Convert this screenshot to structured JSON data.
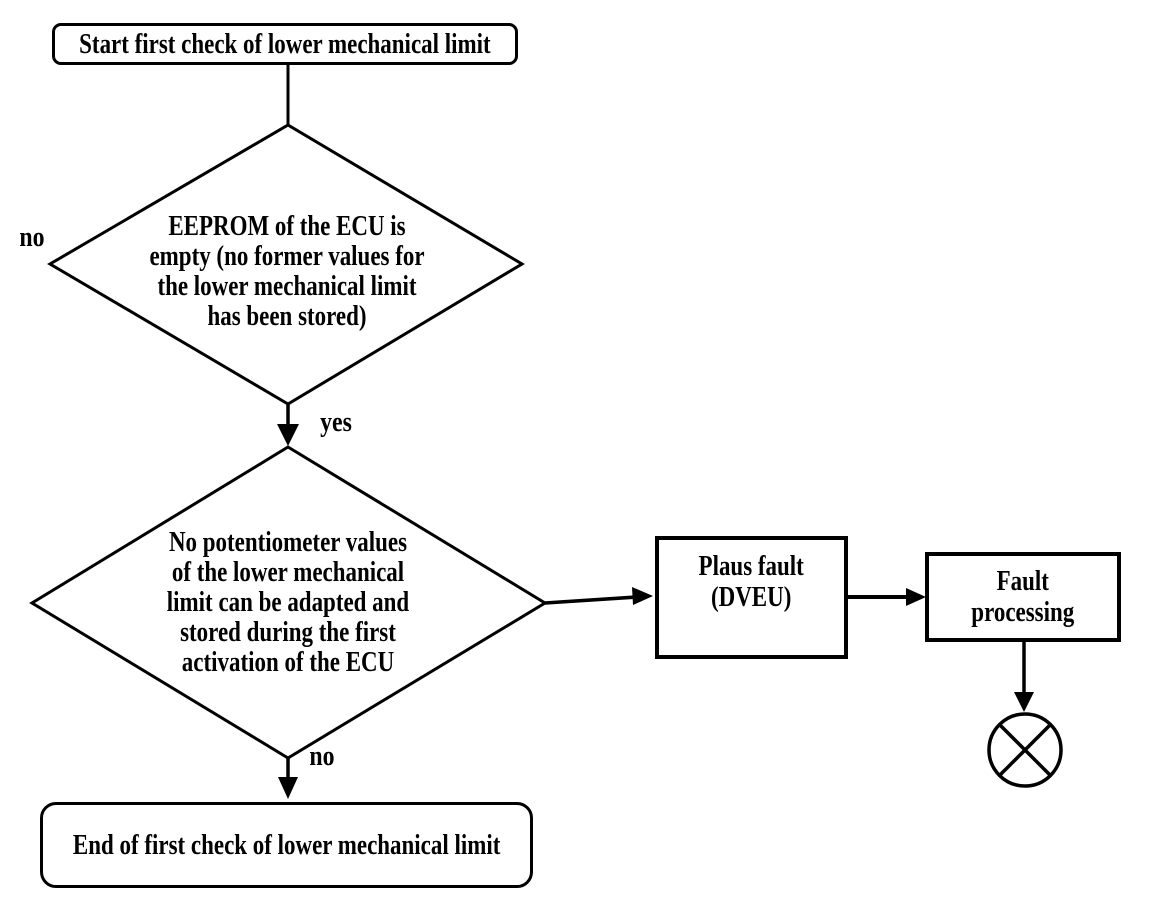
{
  "diagram": {
    "type": "flowchart",
    "colors": {
      "line": "#000000",
      "background": "#ffffff",
      "text": "#000000"
    },
    "nodes": {
      "start": {
        "shape": "rounded-rect",
        "label": "Start first check of lower mechanical limit"
      },
      "decision_eeprom": {
        "shape": "diamond",
        "label": "EEPROM of the ECU is\nempty (no former values for\nthe lower mechanical limit\nhas been stored)"
      },
      "decision_adaptation": {
        "shape": "diamond",
        "label": "No potentiometer values\nof the lower mechanical\nlimit can be adapted and\nstored during the first\nactivation of the ECU"
      },
      "plaus_fault": {
        "shape": "rect",
        "label": "Plaus fault\n(DVEU)"
      },
      "fault_processing": {
        "shape": "rect",
        "label": "Fault\nprocessing"
      },
      "end": {
        "shape": "rounded-rect",
        "label": "End of first check of lower mechanical limit"
      },
      "terminator": {
        "shape": "circle-x",
        "label": ""
      }
    },
    "edge_labels": {
      "eeprom_no": "no",
      "eeprom_yes": "yes",
      "adaptation_no": "no"
    }
  }
}
